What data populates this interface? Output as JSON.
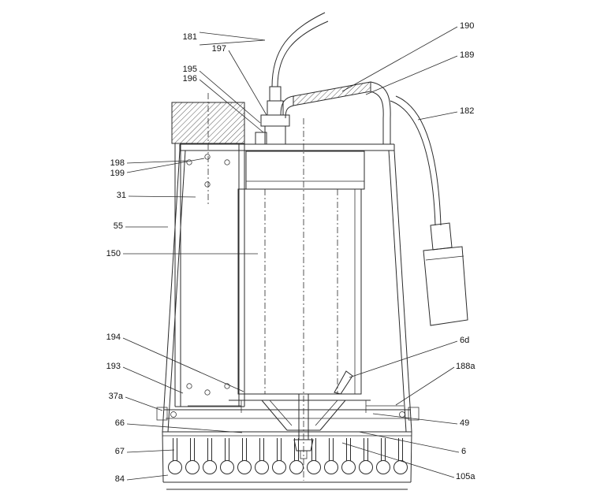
{
  "diagram": {
    "type": "technical-drawing-pump-cross-section",
    "callouts_left": [
      "181",
      "197",
      "195",
      "196",
      "198",
      "199",
      "31",
      "55",
      "150",
      "194",
      "193",
      "37a",
      "66",
      "67",
      "84"
    ],
    "callouts_right": [
      "190",
      "189",
      "182",
      "6d",
      "188a",
      "49",
      "6",
      "105a"
    ],
    "colors": {
      "line": "#2b2b2b",
      "background": "#ffffff"
    }
  }
}
